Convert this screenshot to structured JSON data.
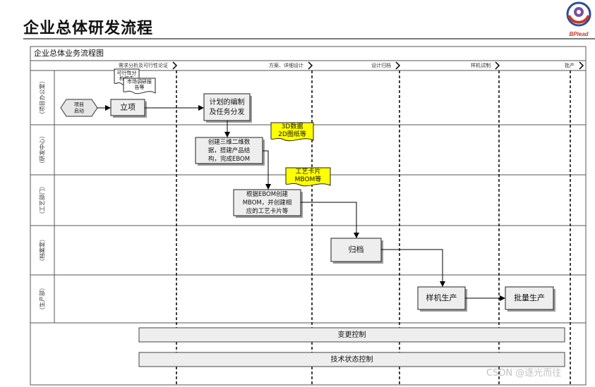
{
  "page_title": "企业总体研发流程",
  "logo": {
    "text": "BPlead",
    "icon": "bplead-logo-icon"
  },
  "diagram": {
    "frame_title": "企业总体业务流程图",
    "phases": [
      "需求分析及可行性论证",
      "方案、详细设计",
      "设计归档",
      "样机试制",
      "批产"
    ],
    "lanes": [
      "（项目办公室）",
      "（研发中心）",
      "（工艺部门）",
      "（档案室）",
      "（生产部）"
    ],
    "start_node": [
      "项目",
      "启动"
    ],
    "process_nodes": {
      "setup": [
        "立项"
      ],
      "planning": [
        "计划的编制",
        "及任务分发"
      ],
      "create_ebom": [
        "创建三维二维数",
        "据，搭建产品结",
        "构，完成EBOM"
      ],
      "create_mbom": [
        "根据EBOM创建",
        "MBOM，并创建相",
        "应的工艺卡片等"
      ],
      "archive": [
        "归档"
      ],
      "prototype": [
        "样机生产"
      ],
      "mass_production": [
        "批量生产"
      ]
    },
    "documents": {
      "feasibility": [
        "可行性分",
        "析报告"
      ],
      "market_research": [
        "市场调研报",
        "告等"
      ],
      "data_3d2d": [
        "3D数据",
        "2D图纸等"
      ],
      "process_card": [
        "工艺卡片",
        "MBOM等"
      ]
    },
    "bars": [
      "变更控制",
      "技术状态控制"
    ],
    "colors": {
      "node_fill": "#eeeeee",
      "highlight": "#ffff00",
      "dashed_divider": "#000000",
      "frame": "#555555"
    }
  },
  "watermark": "CSDN @逐光而往"
}
